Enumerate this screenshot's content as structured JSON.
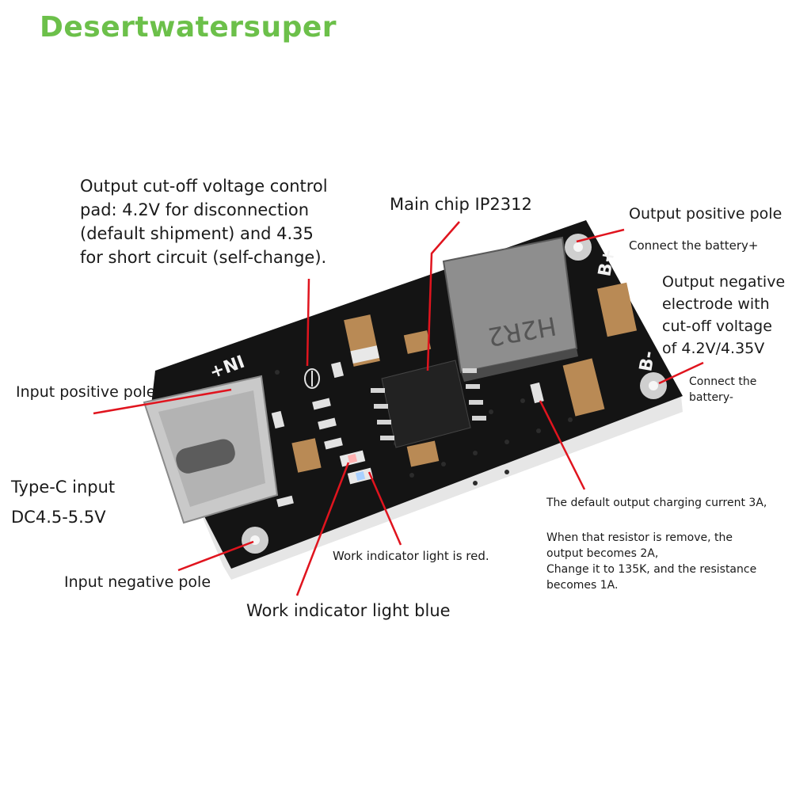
{
  "brand": "Desertwatersuper",
  "labels": {
    "cutoff_pad": [
      "Output cut-off voltage control",
      "pad: 4.2V for disconnection",
      "(default shipment) and 4.35",
      "for short circuit (self-change)."
    ],
    "main_chip": "Main chip IP2312",
    "output_positive": "Output positive pole",
    "connect_battery_pos": "Connect the battery+",
    "output_negative": [
      "Output negative",
      "electrode with",
      "cut-off voltage",
      "of 4.2V/4.35V"
    ],
    "connect_battery_neg": [
      "Connect the",
      "battery-"
    ],
    "input_positive": "Input positive pole",
    "typec_input": "Type-C input",
    "dc_range": "DC4.5-5.5V",
    "input_negative": "Input negative pole",
    "work_red": "Work indicator light is red.",
    "work_blue": "Work indicator light blue",
    "charging_current": [
      "The default output charging current 3A,",
      "",
      "When that resistor is remove, the",
      "output becomes 2A,",
      "Change it to 135K, and the resistance",
      "becomes 1A."
    ]
  },
  "silkscreen": {
    "inductor": "H2R2",
    "in_plus": "+NI",
    "b_plus": "B+",
    "b_minus": "B-"
  },
  "colors": {
    "brand": "#6cc04a",
    "pointer": "#e0141e",
    "pcb": "#141414"
  }
}
